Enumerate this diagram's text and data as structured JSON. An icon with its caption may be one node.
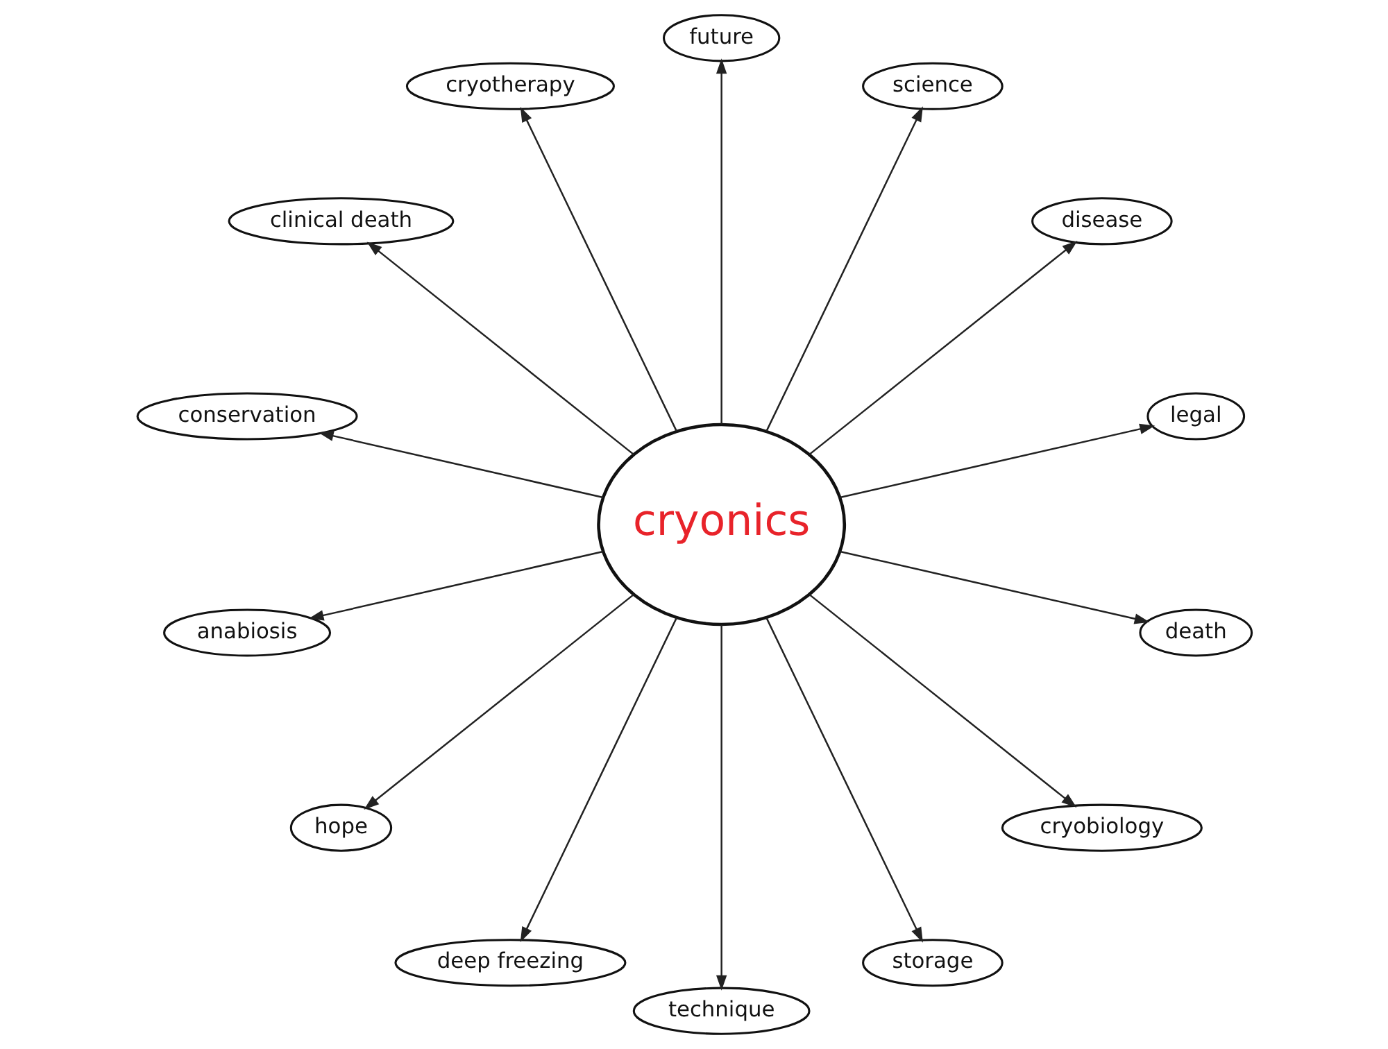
{
  "diagram": {
    "nodes": [
      {
        "text": [
          "cryonics"
        ]
      },
      {
        "text": [
          "legal"
        ]
      },
      {
        "text": [
          "disease"
        ]
      },
      {
        "text": [
          "science"
        ]
      },
      {
        "text": [
          "future"
        ]
      },
      {
        "text": [
          "cryotherapy"
        ]
      },
      {
        "text": [
          "clinical death"
        ]
      },
      {
        "text": [
          "conservation"
        ]
      },
      {
        "text": [
          "anabiosis"
        ]
      },
      {
        "text": [
          "hope"
        ]
      },
      {
        "text": [
          "deep freezing"
        ]
      },
      {
        "text": [
          "technique"
        ]
      },
      {
        "text": [
          "storage"
        ]
      },
      {
        "text": [
          "cryobiology"
        ]
      },
      {
        "text": [
          "death"
        ]
      }
    ],
    "edges": [
      {
        "from": 0,
        "to": 1,
        "arrow": "to"
      },
      {
        "from": 0,
        "to": 2,
        "arrow": "to"
      },
      {
        "from": 0,
        "to": 3,
        "arrow": "to"
      },
      {
        "from": 0,
        "to": 4,
        "arrow": "to"
      },
      {
        "from": 0,
        "to": 5,
        "arrow": "to"
      },
      {
        "from": 0,
        "to": 6,
        "arrow": "to"
      },
      {
        "from": 0,
        "to": 7,
        "arrow": "to"
      },
      {
        "from": 0,
        "to": 8,
        "arrow": "to"
      },
      {
        "from": 0,
        "to": 9,
        "arrow": "to"
      },
      {
        "from": 0,
        "to": 10,
        "arrow": "to"
      },
      {
        "from": 0,
        "to": 11,
        "arrow": "to"
      },
      {
        "from": 0,
        "to": 12,
        "arrow": "to"
      },
      {
        "from": 0,
        "to": 13,
        "arrow": "to"
      },
      {
        "from": 0,
        "to": 14,
        "arrow": "to"
      }
    ]
  }
}
